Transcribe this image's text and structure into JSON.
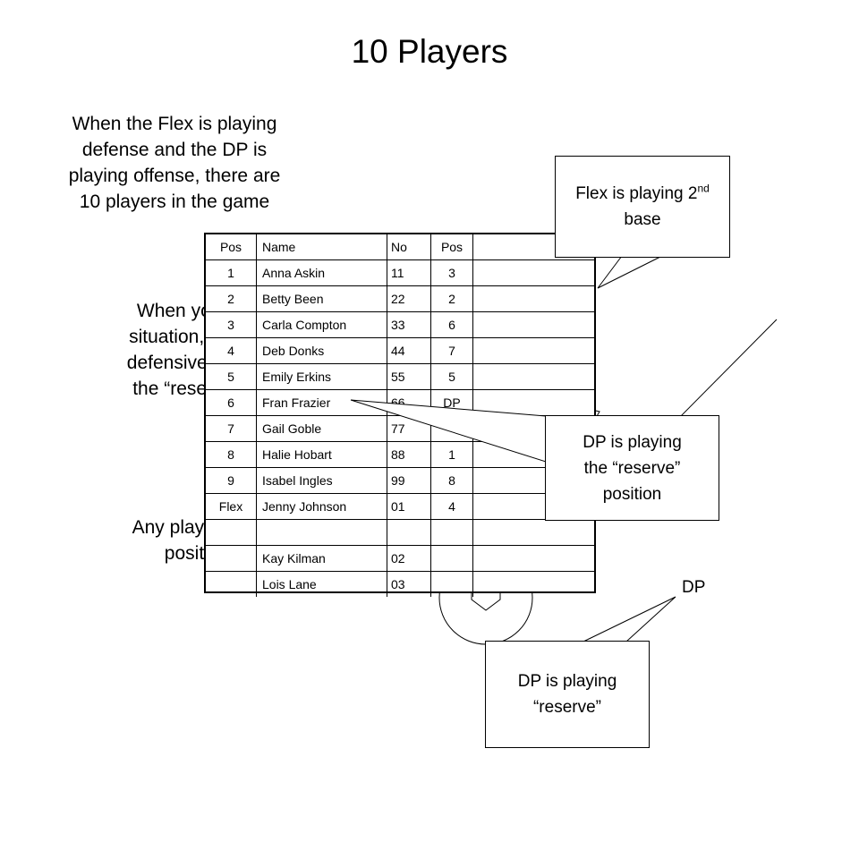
{
  "title": "10 Players",
  "notes": {
    "intro": [
      "When the Flex is playing",
      "defense and the DP is",
      "playing offense, there are",
      "10 players in the game"
    ],
    "reserve": [
      "When you hav",
      "situation, think o",
      "defensive positio",
      "the “reserve” or"
    ],
    "any": [
      "Any player may",
      "position"
    ]
  },
  "lineup": {
    "headers": [
      "Pos",
      "Name",
      "No",
      "Pos",
      ""
    ],
    "rows": [
      [
        "1",
        "Anna Askin",
        "11",
        "3",
        ""
      ],
      [
        "2",
        "Betty Been",
        "22",
        "2",
        ""
      ],
      [
        "3",
        "Carla Compton",
        "33",
        "6",
        ""
      ],
      [
        "4",
        "Deb Donks",
        "44",
        "7",
        ""
      ],
      [
        "5",
        "Emily Erkins",
        "55",
        "5",
        ""
      ],
      [
        "6",
        "Fran Frazier",
        "66",
        "DP",
        ""
      ],
      [
        "7",
        "Gail Goble",
        "77",
        "",
        ""
      ],
      [
        "8",
        "Halie Hobart",
        "88",
        "1",
        ""
      ],
      [
        "9",
        "Isabel Ingles",
        "99",
        "8",
        ""
      ],
      [
        "Flex",
        "Jenny Johnson",
        "01",
        "4",
        ""
      ],
      [
        "",
        "",
        "",
        "",
        ""
      ],
      [
        "",
        "Kay Kilman",
        "02",
        "",
        ""
      ],
      [
        "",
        "Lois Lane",
        "03",
        "",
        ""
      ]
    ]
  },
  "callouts": {
    "flex": {
      "text": "Flex is playing 2",
      "sup": "nd",
      "suffix": " base"
    },
    "dp_reserve_position": [
      "DP is playing",
      "the “reserve”",
      "position"
    ],
    "dp_reserve": [
      "DP is playing",
      "“reserve”"
    ]
  },
  "field": {
    "dp_label": "DP"
  }
}
